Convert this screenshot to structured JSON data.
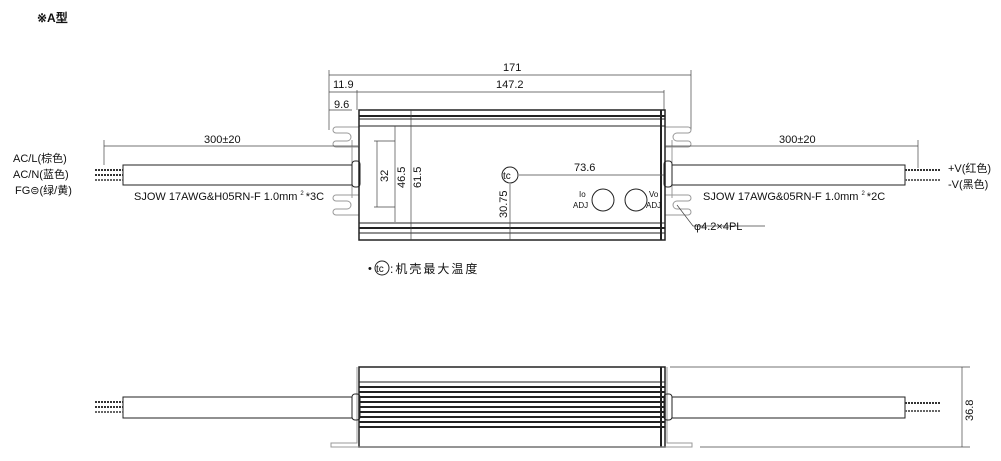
{
  "header": {
    "title": "※A型"
  },
  "top_view": {
    "dims": {
      "overall_length": "171",
      "body_length": "147.2",
      "flange_offset": "11.9",
      "slot_offset": "9.6",
      "hole_spacing": "32",
      "inner_height": "46.5",
      "body_width": "61.5",
      "tc_from_edge": "30.75",
      "tc_from_right": "73.6",
      "left_cable_length": "300±20",
      "right_cable_length": "300±20"
    },
    "tc_symbol": "tc",
    "io_adj": {
      "line1": "Io",
      "line2": "ADJ"
    },
    "vo_adj": {
      "line1": "Vo",
      "line2": "ADJ"
    },
    "input_labels": [
      "AC/L(棕色)",
      "AC/N(蓝色)",
      "FG⊜(绿/黄)"
    ],
    "output_labels": [
      "+V(红色)",
      "-V(黑色)"
    ],
    "input_cable": "SJOW 17AWG&H05RN-F 1.0mm",
    "input_cable_suffix": "*3C",
    "output_cable": "SJOW 17AWG&05RN-F 1.0mm",
    "output_cable_suffix": "*2C",
    "superscript": "2",
    "mount_hole": "φ4.2×4PL",
    "legend": {
      "bullet": "•",
      "symbol": "tc",
      "text": ":机壳最大温度"
    }
  },
  "side_view": {
    "dims": {
      "height": "36.8"
    }
  }
}
